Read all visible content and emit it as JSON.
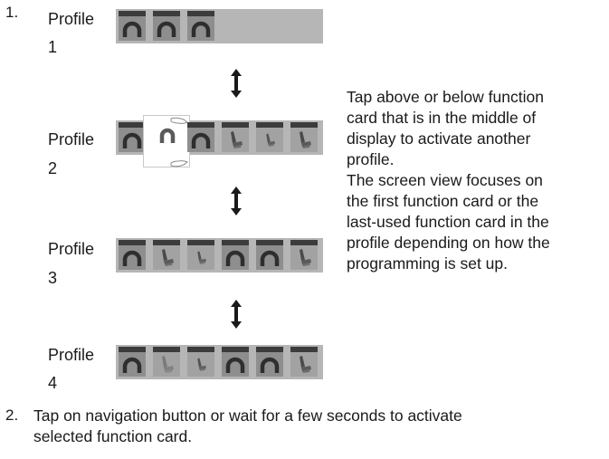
{
  "steps": [
    {
      "number": "1."
    },
    {
      "number": "2.",
      "text": "Tap on navigation button or wait for a few seconds to activate\nselected function card."
    }
  ],
  "profiles": [
    {
      "label": "Profile",
      "index": "1",
      "cards": [
        "seat",
        "seat",
        "seat"
      ]
    },
    {
      "label": "Profile",
      "index": "2",
      "cards": [
        "seat",
        "seat-selected",
        "seat",
        "chair",
        "chair-small",
        "chair"
      ]
    },
    {
      "label": "Profile",
      "index": "3",
      "cards": [
        "seat",
        "chair",
        "chair-small",
        "seat",
        "seat",
        "chair"
      ]
    },
    {
      "label": "Profile",
      "index": "4",
      "cards": [
        "seat",
        "chair-faded",
        "chair-small",
        "seat",
        "seat",
        "chair"
      ]
    }
  ],
  "description": "Tap above or below function\ncard that is in the middle of\ndisplay to activate another\nprofile.\nThe screen view focuses on\nthe first function card or the\nlast-used function card in the\nprofile depending on how the\nprogramming is set up.",
  "icons": {
    "between_profiles": "up-down-arrow-icon",
    "selected_card": "tap-hand-icon"
  }
}
